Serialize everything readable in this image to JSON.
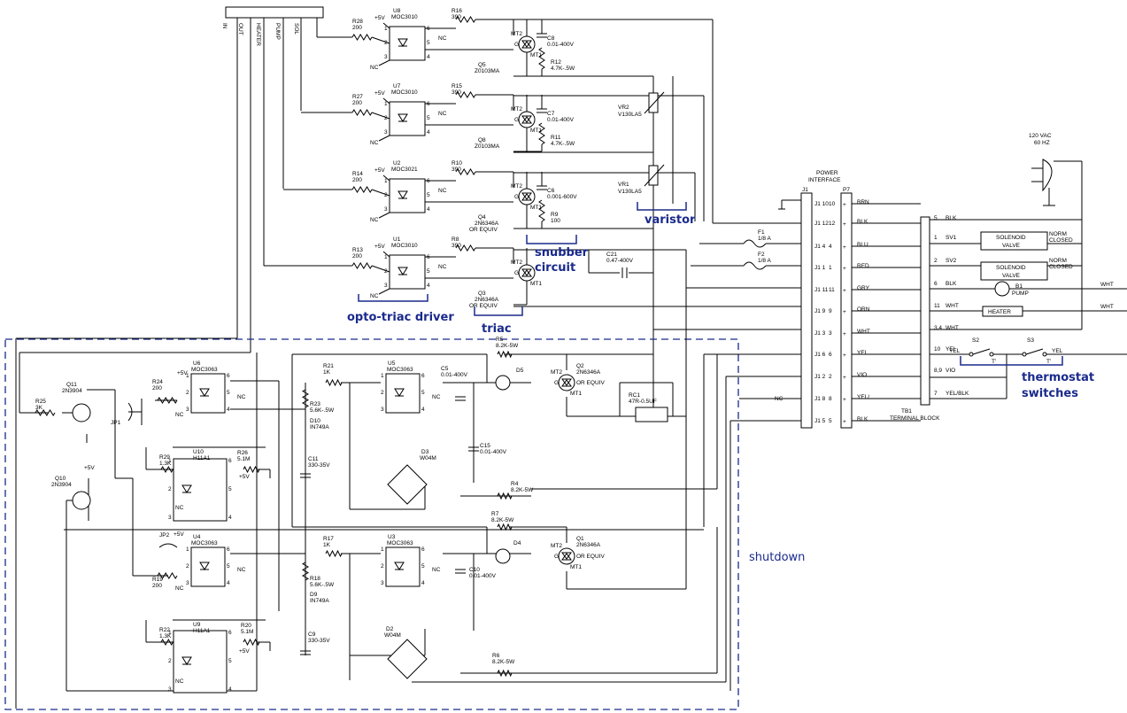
{
  "annotations": {
    "opto_triac_driver": "opto-triac driver",
    "triac": "triac",
    "snubber_l1": "snubber",
    "snubber_l2": "circuit",
    "varistor": "varistor",
    "thermostat_l1": "thermostat",
    "thermostat_l2": "switches",
    "shutdown": "shutdown"
  },
  "connector_top": [
    "IN",
    "OUT",
    "HEATER",
    "PUMP",
    "SOL"
  ],
  "channels": [
    {
      "u": "U8",
      "u_part": "MOC3010",
      "r_in": "R28",
      "r_in_val": "200",
      "r_out": "R16",
      "r_out_val": "390",
      "q": "Q5",
      "q_part": "Z0103MA",
      "c": "C8",
      "c_val": "0.01-400V",
      "r_sn": "R12",
      "r_sn_val": "4.7K-.5W"
    },
    {
      "u": "U7",
      "u_part": "MOC3010",
      "r_in": "R27",
      "r_in_val": "200",
      "r_out": "R15",
      "r_out_val": "390",
      "q": "Q8",
      "q_part": "Z0103MA",
      "c": "C7",
      "c_val": "0.01-400V",
      "r_sn": "R11",
      "r_sn_val": "4.7K-.5W"
    },
    {
      "u": "U2",
      "u_part": "MOC3021",
      "r_in": "R14",
      "r_in_val": "200",
      "r_out": "R10",
      "r_out_val": "390",
      "q": "Q4",
      "q_part": "2N6346A",
      "q_part2": "OR EQUIV",
      "c": "C6",
      "c_val": "0.001-600V",
      "r_sn": "R9",
      "r_sn_val": "100"
    },
    {
      "u": "U1",
      "u_part": "MOC3010",
      "r_in": "R13",
      "r_in_val": "200",
      "r_out": "R8",
      "r_out_val": "390",
      "q": "Q3",
      "q_part": "2N6346A",
      "q_part2": "OR EQUIV"
    }
  ],
  "common": {
    "plus5v": "+5V",
    "nc": "NC",
    "mt2": "MT2",
    "mt1": "MT1",
    "g": "G",
    "pins": [
      "1",
      "2",
      "3",
      "4",
      "5",
      "6"
    ]
  },
  "varistors": [
    {
      "ref": "VR2",
      "part": "V130LA5"
    },
    {
      "ref": "VR1",
      "part": "V130LA5"
    }
  ],
  "c21": {
    "ref": "C21",
    "val": "0.47-400V"
  },
  "fuses": [
    {
      "ref": "F1",
      "val": "1/8 A"
    },
    {
      "ref": "F2",
      "val": "1/8 A"
    }
  ],
  "power": {
    "label1": "POWER",
    "label2": "INTERFACE",
    "j1": "J1",
    "p7": "P7"
  },
  "j1_pins": [
    "J1 10",
    "J1 12",
    "J1 4",
    "J1 1",
    "J1 11",
    "J1 9",
    "J1 3",
    "J1 6",
    "J1 2",
    "J1 8",
    "J1 5"
  ],
  "p7_pins": [
    "10",
    "12",
    "4",
    "1",
    "11",
    "9",
    "3",
    "6",
    "2",
    "8",
    "5"
  ],
  "wire_colors": [
    "BRN",
    "BLK",
    "BLU",
    "RED",
    "GRY",
    "ORN",
    "WHT",
    "YEL",
    "VIO",
    "YEL/",
    "BLK"
  ],
  "tb_terms": [
    "5",
    "1",
    "2",
    "6",
    "11",
    "3,4",
    "10",
    "8,9",
    "7"
  ],
  "tb_labels": [
    "BLK",
    "SV1",
    "SV2",
    "BLK",
    "WHT",
    "WHT",
    "YEL",
    "VIO",
    "YEL/BLK"
  ],
  "tb1": {
    "ref": "TB1",
    "label": "TERMINAL  BLOCK"
  },
  "ac": {
    "l1": "120  VAC",
    "l2": "60  HZ"
  },
  "loads": {
    "sol": "SOLENOID",
    "valve": "VALVE",
    "norm": "NORM",
    "closed": "CLOSED",
    "b1": "B1",
    "pump": "PUMP",
    "heater": "HEATER",
    "wht": "WHT",
    "s2": "S2",
    "s3": "S3",
    "yel": "YEL",
    "t": "T'",
    "nc_left": "NC"
  },
  "shutdown": {
    "q11": "Q11",
    "q11p": "2N3904",
    "r25": "R25",
    "r25v": "3K",
    "jp1": "JP1",
    "q10": "Q10",
    "q10p": "2N3904",
    "r24": "R24",
    "r24v": "200",
    "u6": "U6",
    "u6p": "MOC3063",
    "r21": "R21",
    "r21v": "1K",
    "r23": "R23",
    "r23v": "5.6K-.5W",
    "d10": "D10",
    "d10p": "IN749A",
    "u5": "U5",
    "u5p": "MOC3063",
    "c5": "C5",
    "c5v": "0.01-400V",
    "r5": "R5",
    "r5v": "8.2K-5W",
    "d5": "D5",
    "q2": "Q2",
    "q2p": "2N6346A",
    "rc1": "RC1",
    "rc1v": "47R-0.5UF",
    "r29": "R29",
    "r29v": "1.3K",
    "u10": "U10",
    "u10p": "H11A1",
    "r26": "R26",
    "r26v": "5.1M",
    "c11": "C11",
    "c11v": "330-35V",
    "d3": "D3",
    "d3p": "W04M",
    "c15": "C15",
    "c15v": "0.01-400V",
    "r4": "R4",
    "r4v": "8.2K-5W",
    "r7": "R7",
    "r7v": "8.2K-5W",
    "jp2": "JP2",
    "u4": "U4",
    "u4p": "MOC3063",
    "r17": "R17",
    "r17v": "1K",
    "u3": "U3",
    "u3p": "MOC3063",
    "d4": "D4",
    "q1": "Q1",
    "q1p": "2N6346A",
    "r19": "R19",
    "r19v": "200",
    "r18": "R18",
    "r18v": "5.6K-.5W",
    "d9": "D9",
    "d9p": "IN749A",
    "c10": "C10",
    "c10v": "0.01-400V",
    "r22": "R22",
    "r22v": "1.3K",
    "u9": "U9",
    "u9p": "H11A1",
    "r20": "R20",
    "r20v": "5.1M",
    "c9": "C9",
    "c9v": "330-35V",
    "d2": "D2",
    "d2p": "W04M",
    "r6": "R6",
    "r6v": "8.2K-5W",
    "or_equiv": "OR EQUIV"
  }
}
